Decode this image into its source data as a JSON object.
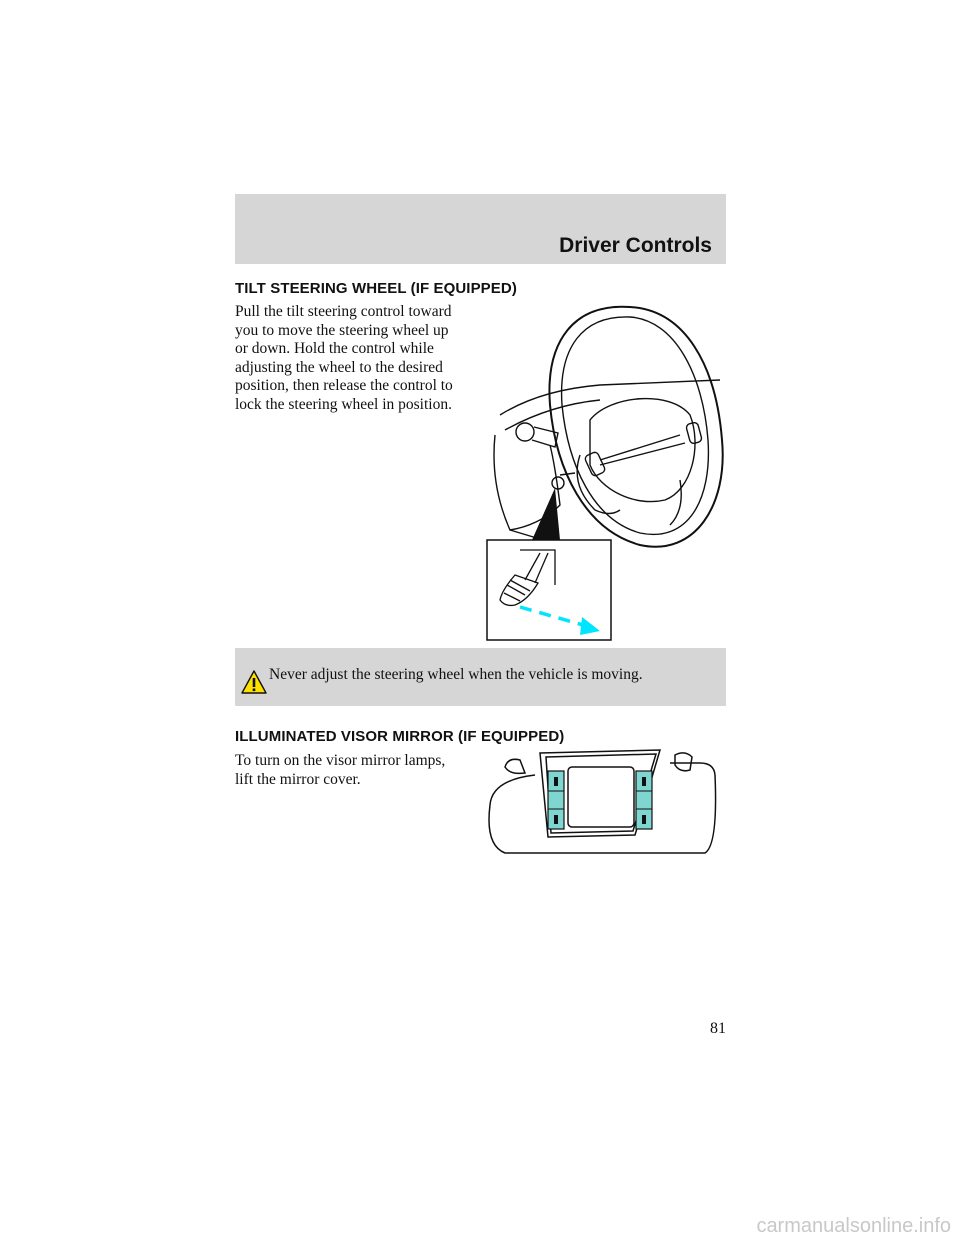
{
  "header": {
    "section_title": "Driver Controls"
  },
  "tilt": {
    "heading": "TILT STEERING WHEEL (IF EQUIPPED)",
    "lines": [
      "Pull the tilt steering control toward",
      "you to move the steering wheel up",
      "or down. Hold the control while",
      "adjusting the wheel to the desired",
      "position, then release the control to",
      "lock the steering wheel in position."
    ]
  },
  "warning": {
    "text": "Never adjust the steering wheel when the vehicle is moving.",
    "icon": "warning-triangle-icon"
  },
  "visor": {
    "heading": "ILLUMINATED VISOR MIRROR (IF EQUIPPED)",
    "lines": [
      "To turn on the visor mirror lamps,",
      "lift the mirror cover."
    ]
  },
  "page_number": "81",
  "watermark": "carmanualsonline.info",
  "colors": {
    "band": "#d6d6d6",
    "accent_cyan": "#00e5ff",
    "lamp_teal": "#7fd6d0"
  }
}
